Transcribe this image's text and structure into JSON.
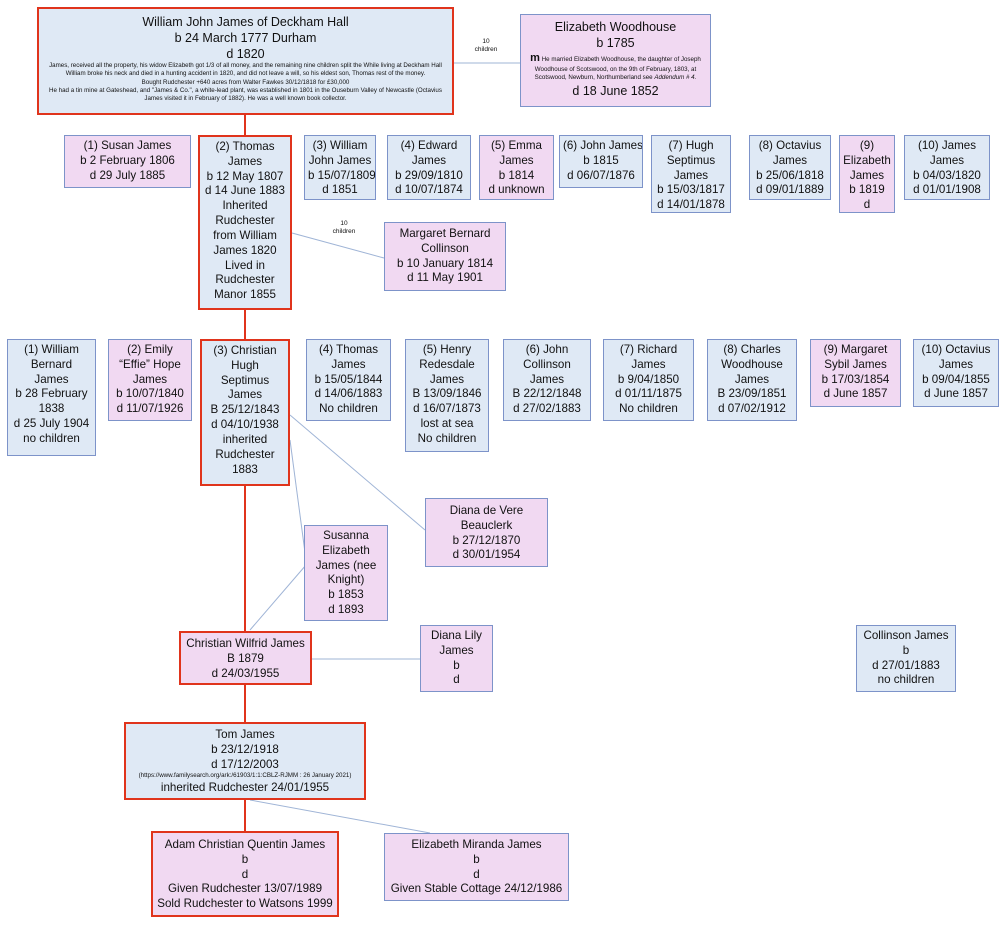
{
  "william": {
    "name": "William John James of Deckham Hall",
    "born": "b 24 March 1777 Durham",
    "died": "d 1820",
    "note1": "James, received all the property, his widow Elizabeth got 1/3 of all money, and the remaining nine children split the While living at Deckham Hall William broke his neck and died in a hunting accident in 1820, and did not leave a will, so his eldest son, Thomas rest of the money.",
    "note2": "Bought Rudchester +640 acres from Walter Fawkes 30/12/1818 for £30,000",
    "note3": "He had a tin mine at Gateshead, and \"James & Co.\", a white-lead plant, was established in 1801 in the Ouseburn Valley of Newcastle (Octavius James visited it in February of 1882).   He was a well known book collector."
  },
  "elizabeth_w": {
    "name": "Elizabeth Woodhouse",
    "born": "b 1785",
    "m": "m",
    "note": "He married Elizabeth Woodhouse, the daughter of Joseph Woodhouse of Scotswood, on the 9th of February, 1803, at Scotswood, Newburn, Northumberland see",
    "addendum": "Addendum # 4.",
    "died": "d 18 June 1852"
  },
  "label_children_1": [
    "10",
    "children"
  ],
  "gen2": [
    {
      "lines": [
        "(1) Susan James",
        "b 2 February 1806",
        "d 29 July 1885"
      ]
    },
    {
      "lines": [
        "(2) Thomas",
        "James",
        "b 12 May 1807",
        "d 14 June 1883",
        "Inherited",
        "Rudchester",
        "from William",
        "James 1820",
        "Lived in",
        "Rudchester",
        "Manor 1855"
      ]
    },
    {
      "lines": [
        "(3) William",
        "John James",
        "b 15/07/1809",
        "d 1851"
      ]
    },
    {
      "lines": [
        "(4) Edward",
        "James",
        "b 29/09/1810",
        "d 10/07/1874"
      ]
    },
    {
      "lines": [
        "(5) Emma",
        "James",
        "b 1814",
        "d unknown"
      ]
    },
    {
      "lines": [
        "(6) John James",
        "b 1815",
        "d 06/07/1876"
      ]
    },
    {
      "lines": [
        "(7) Hugh",
        "Septimus",
        "James",
        "b 15/03/1817",
        "d 14/01/1878"
      ]
    },
    {
      "lines": [
        "(8) Octavius",
        "James",
        "b 25/06/1818",
        "d 09/01/1889"
      ]
    },
    {
      "lines": [
        "(9)",
        "Elizabeth",
        "James",
        "b 1819",
        "d"
      ]
    },
    {
      "lines": [
        "(10) James",
        "James",
        "b 04/03/1820",
        "d 01/01/1908"
      ]
    }
  ],
  "margaret_bc": {
    "lines": [
      "Margaret Bernard",
      "Collinson",
      "b 10 January 1814",
      "d 11 May 1901"
    ]
  },
  "label_children_2": [
    "10",
    "children"
  ],
  "gen3": [
    {
      "lines": [
        "(1) William",
        "Bernard",
        "James",
        "b 28 February",
        "1838",
        "d 25 July 1904",
        "no children"
      ]
    },
    {
      "lines": [
        "(2) Emily",
        "“Effie” Hope",
        "James",
        "b 10/07/1840",
        "d 11/07/1926"
      ]
    },
    {
      "lines": [
        "(3) Christian",
        "Hugh",
        "Septimus",
        "James",
        "B 25/12/1843",
        "d 04/10/1938",
        "inherited",
        "Rudchester",
        "1883"
      ]
    },
    {
      "lines": [
        "(4) Thomas",
        "James",
        "b 15/05/1844",
        "d 14/06/1883",
        "No children"
      ]
    },
    {
      "lines": [
        "(5) Henry",
        "Redesdale",
        "James",
        "B 13/09/1846",
        "d 16/07/1873",
        "lost at sea",
        "No children"
      ]
    },
    {
      "lines": [
        "(6) John",
        "Collinson",
        "James",
        "B 22/12/1848",
        "d 27/02/1883"
      ]
    },
    {
      "lines": [
        "(7) Richard",
        "James",
        "b 9/04/1850",
        "d 01/11/1875",
        "No children"
      ]
    },
    {
      "lines": [
        "(8) Charles",
        "Woodhouse",
        "James",
        "B 23/09/1851",
        "d 07/02/1912"
      ]
    },
    {
      "lines": [
        "(9) Margaret",
        "Sybil James",
        "b 17/03/1854",
        "d June 1857"
      ]
    },
    {
      "lines": [
        "(10) Octavius",
        "James",
        "b 09/04/1855",
        "d June 1857"
      ]
    }
  ],
  "diana_dvb": {
    "lines": [
      "Diana de Vere",
      "Beauclerk",
      "b 27/12/1870",
      "d 30/01/1954"
    ]
  },
  "susanna": {
    "lines": [
      "Susanna",
      "Elizabeth",
      "James (nee",
      "Knight)",
      "b 1853",
      "d 1893"
    ]
  },
  "christian_wilfrid": {
    "lines": [
      "Christian Wilfrid James",
      "B 1879",
      "d 24/03/1955"
    ]
  },
  "diana_lily": {
    "lines": [
      "Diana Lily",
      "James",
      "b",
      "d"
    ]
  },
  "collinson": {
    "lines": [
      "Collinson James",
      "b",
      "d 27/01/1883",
      "no children"
    ]
  },
  "tom": {
    "name": "Tom James",
    "born": "b 23/12/1918",
    "died": "d 17/12/2003",
    "ref": "(https://www.familysearch.org/ark:/61903/1:1:CBLZ-RJMM : 26 January 2021)",
    "inherited": "inherited Rudchester 24/01/1955"
  },
  "adam": {
    "lines": [
      "Adam Christian Quentin James",
      "b",
      "d",
      "Given Rudchester 13/07/1989",
      "Sold Rudchester to Watsons 1999"
    ]
  },
  "elizabeth_m": {
    "lines": [
      "Elizabeth Miranda James",
      "b",
      "d",
      "Given Stable Cottage 24/12/1986"
    ]
  },
  "colors": {
    "blue_fill": "#dfe9f5",
    "pink_fill": "#f1d9f2",
    "border": "#7d93c9",
    "highlight": "#e0341c"
  }
}
